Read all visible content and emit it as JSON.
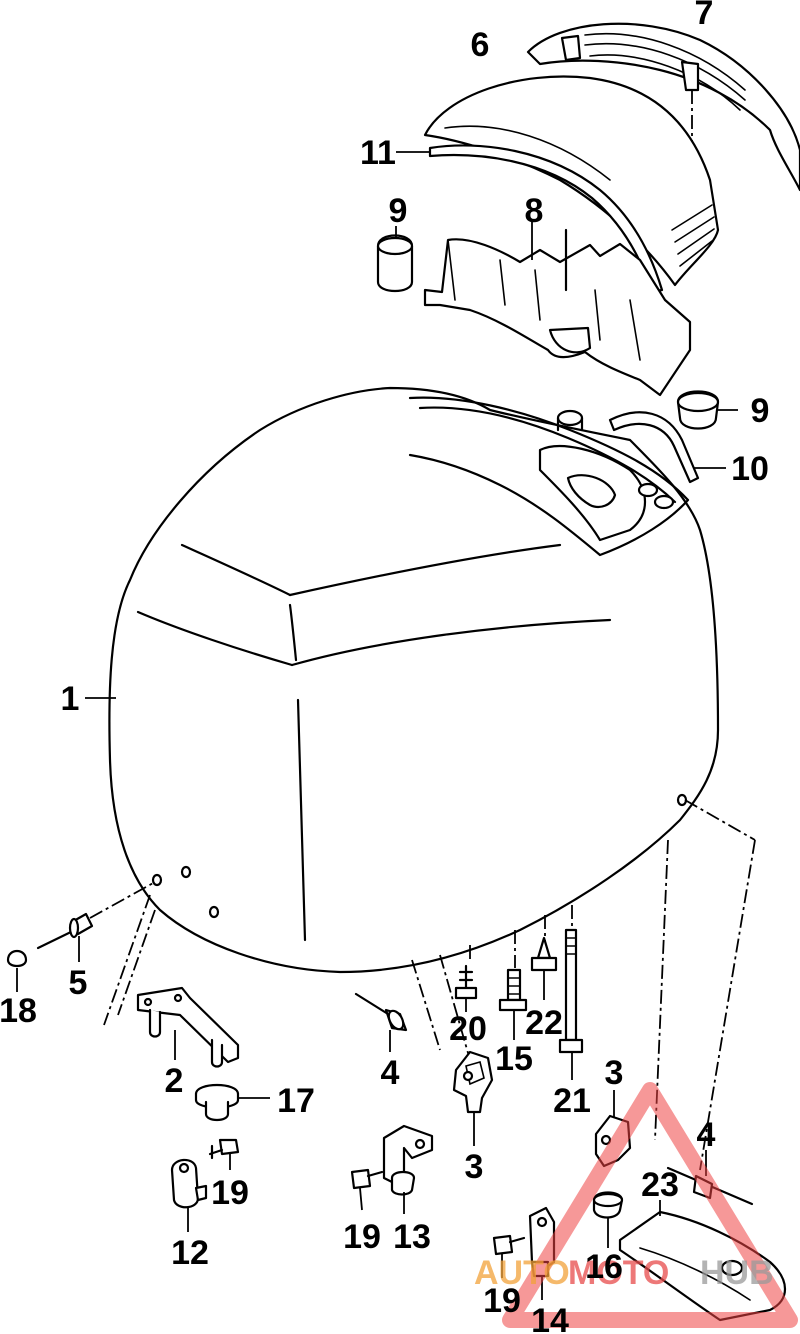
{
  "callouts": {
    "c1": "1",
    "c2": "2",
    "c3a": "3",
    "c3b": "3",
    "c4a": "4",
    "c4b": "4",
    "c5": "5",
    "c6": "6",
    "c7": "7",
    "c8": "8",
    "c9a": "9",
    "c9b": "9",
    "c10": "10",
    "c11": "11",
    "c12": "12",
    "c13": "13",
    "c14": "14",
    "c15": "15",
    "c16": "16",
    "c17": "17",
    "c18": "18",
    "c19a": "19",
    "c19b": "19",
    "c19c": "19",
    "c20": "20",
    "c21": "21",
    "c22": "22",
    "c23": "23"
  },
  "watermark": {
    "part1": "AUTO",
    "part2": "MOTO",
    "part3": "HUB",
    "colors": {
      "orange": "#f2a23a",
      "red": "#e84b4b",
      "gray": "#9a9a9a"
    }
  }
}
